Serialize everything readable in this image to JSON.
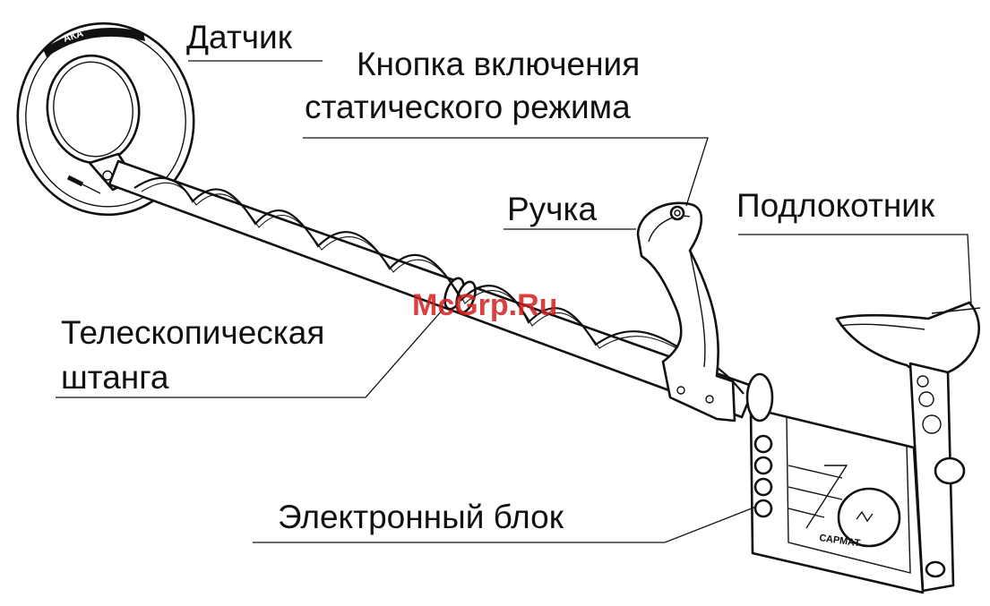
{
  "labels": {
    "sensor": "Датчик",
    "static_button_line1": "Кнопка включения",
    "static_button_line2": "статического режима",
    "handle": "Ручка",
    "armrest": "Подлокотник",
    "rod_line1": "Телескопическая",
    "rod_line2": "штанга",
    "electronics": "Электронный блок"
  },
  "device_marks": {
    "coil_logo": "АКА",
    "brand": "САРМАТ"
  },
  "watermark": "McGrp.Ru"
}
